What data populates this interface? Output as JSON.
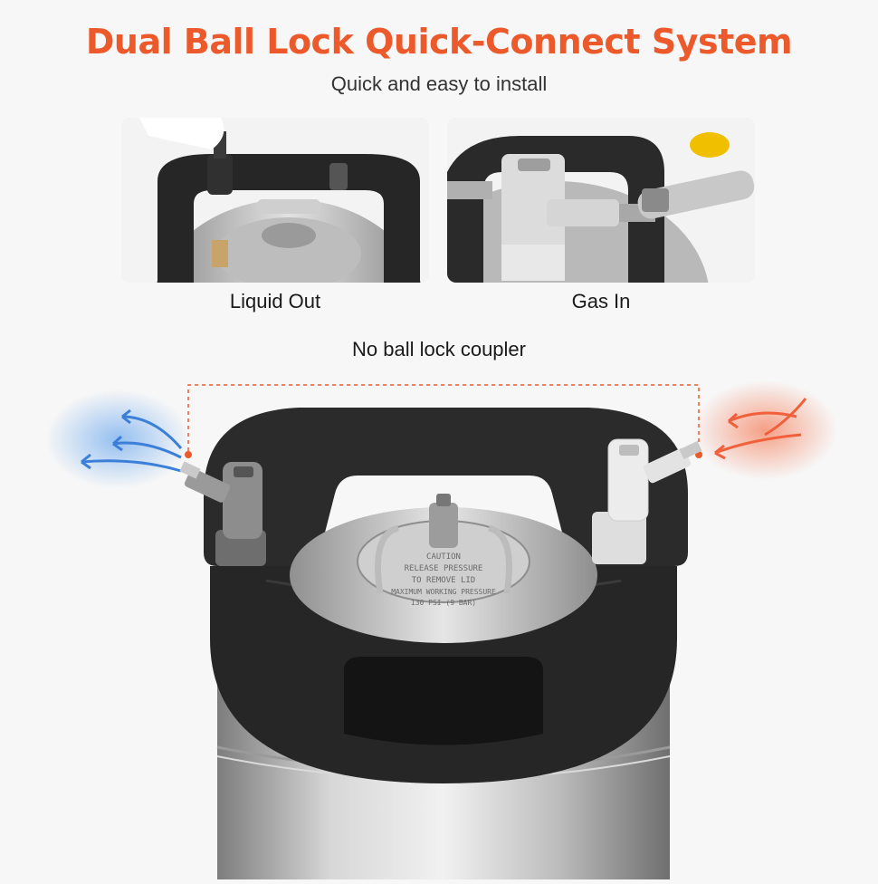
{
  "header": {
    "title": "Dual Ball Lock Quick-Connect System",
    "subtitle": "Quick and easy to install"
  },
  "photos": [
    {
      "caption": "Liquid Out"
    },
    {
      "caption": "Gas In"
    }
  ],
  "main": {
    "annotation": "No ball lock coupler"
  },
  "colors": {
    "accent": "#ec5a2b",
    "cold_flow": "#3b7fd9",
    "warm_flow": "#f0603a",
    "handle": "#2b2b2b",
    "steel": "#c4c4c4"
  }
}
